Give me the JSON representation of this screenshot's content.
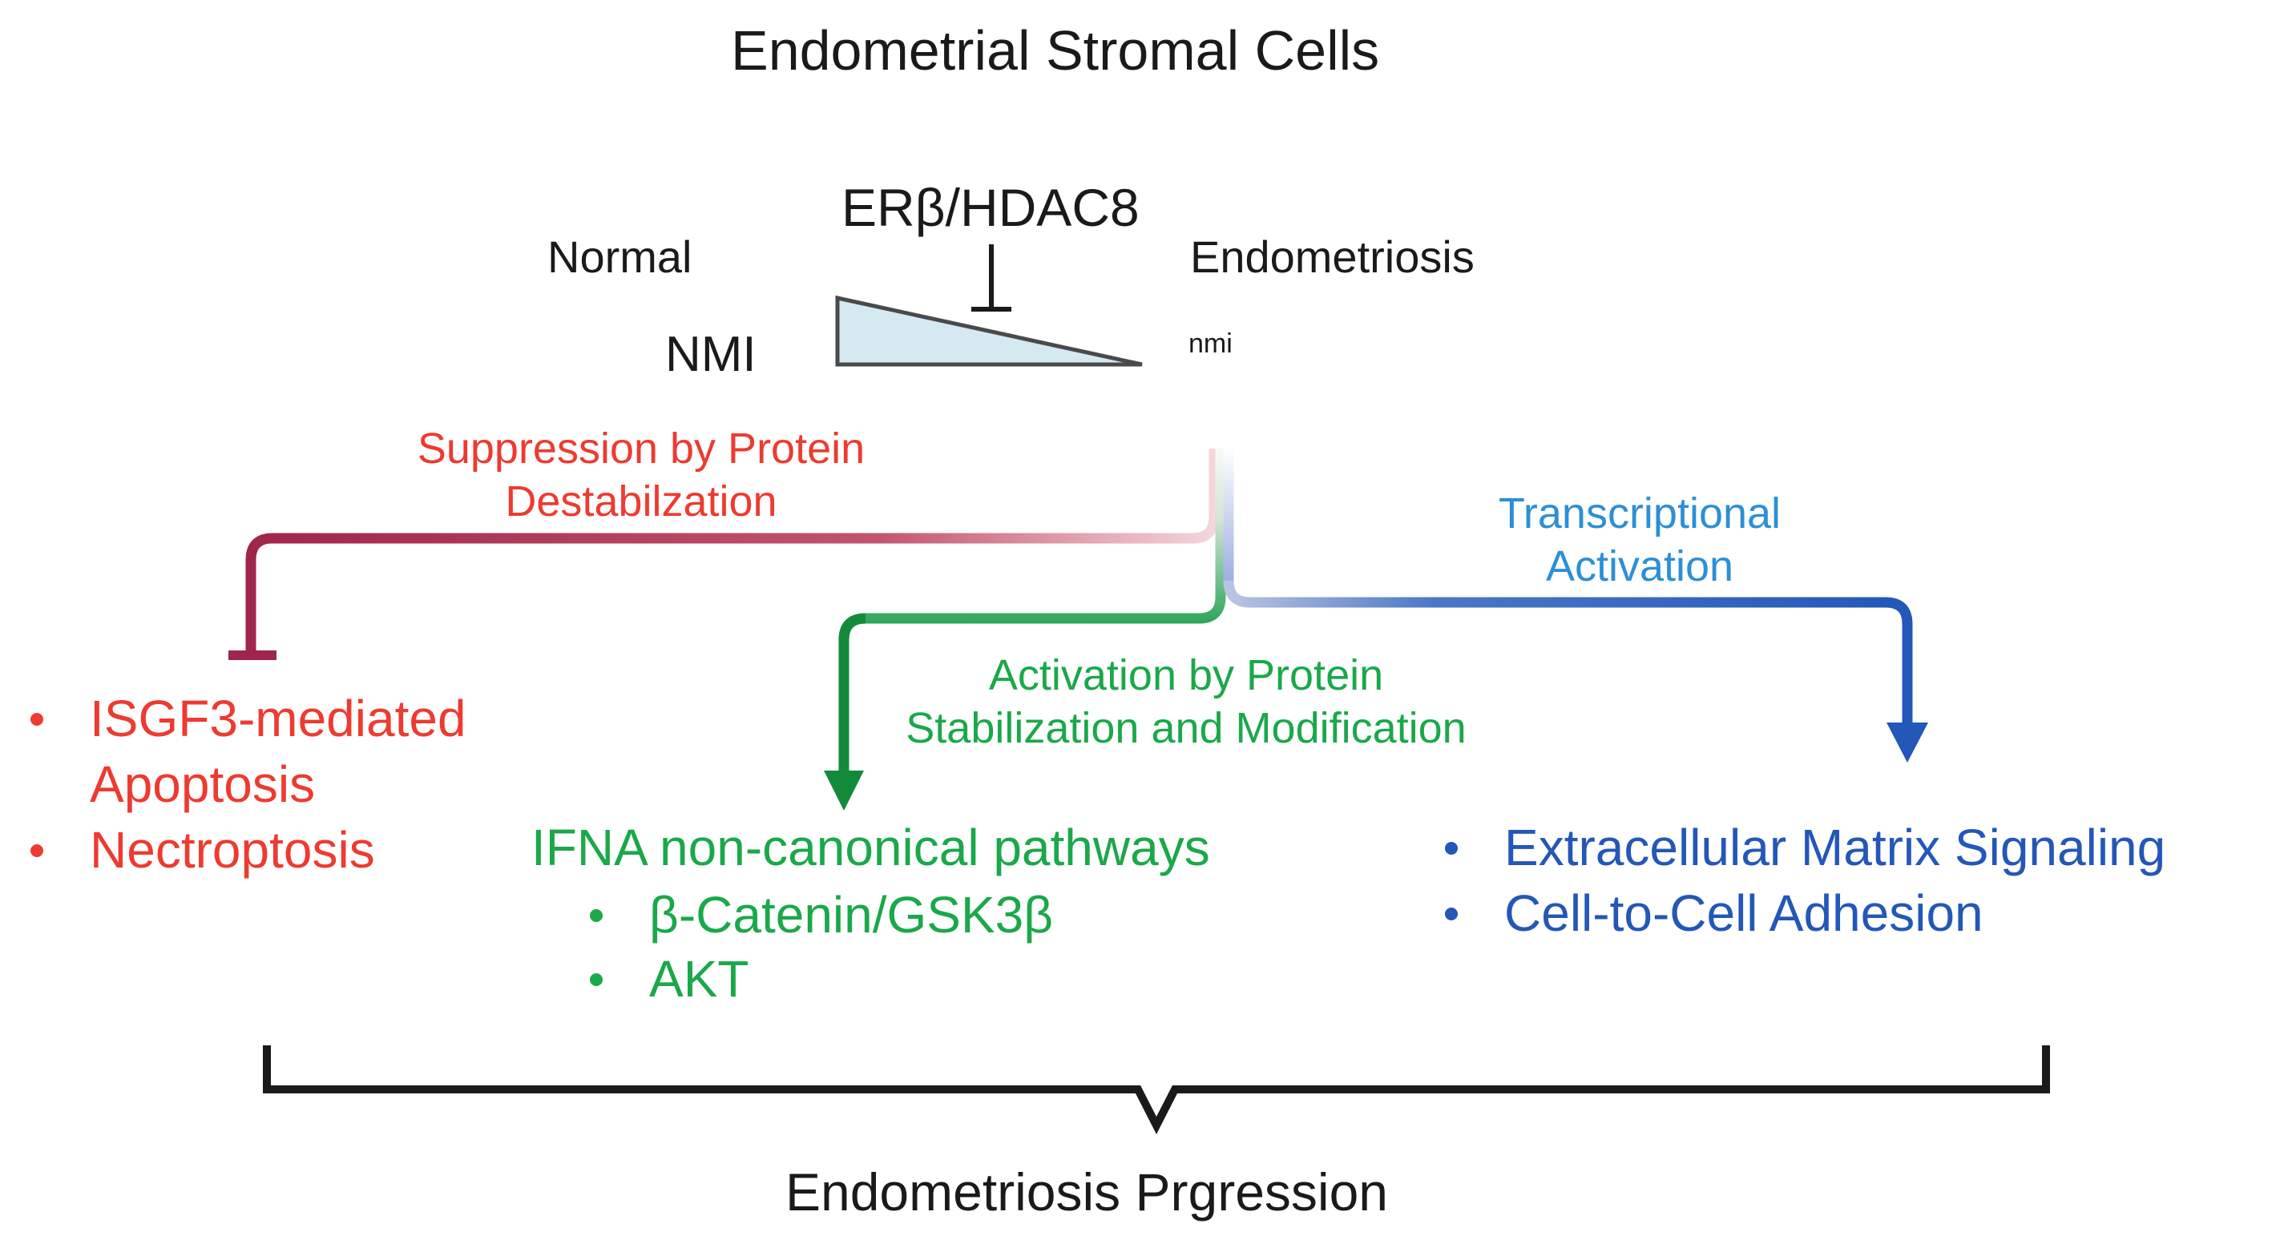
{
  "title": "Endometrial Stromal Cells",
  "regulator": "ERβ/HDAC8",
  "gradient": {
    "left_label": "Normal",
    "right_label": "Endometriosis",
    "high_label": "NMI",
    "low_label": "nmi"
  },
  "branches": {
    "suppression": {
      "label_line1": "Suppression by Protein",
      "label_line2": "Destabilzation",
      "items": [
        "ISGF3-mediated",
        "Apoptosis",
        "Nectroptosis"
      ]
    },
    "activation": {
      "label_line1": "Activation by Protein",
      "label_line2": "Stabilization and Modification",
      "heading": "IFNA non-canonical pathways",
      "items": [
        "β-Catenin/GSK3β",
        "AKT"
      ]
    },
    "transcriptional": {
      "label_line1": "Transcriptional",
      "label_line2": "Activation",
      "items": [
        "Extracellular Matrix Signaling",
        "Cell-to-Cell Adhesion"
      ]
    }
  },
  "outcome": "Endometriosis Prgression",
  "colors": {
    "suppression_arrow": "#a0254b",
    "suppression_text": "#ee3a30",
    "activation": "#1aa84a",
    "activation_arrow": "#138a3a",
    "transcriptional_label": "#2d8fd6",
    "transcriptional_arrow": "#2357b8",
    "triangle_fill": "#d4e9f2",
    "bracket": "#1a1a1a"
  },
  "icons": [
    "inhibition-bar-icon",
    "arrow-head-icon",
    "gradient-triangle-icon",
    "curly-bracket-icon"
  ]
}
